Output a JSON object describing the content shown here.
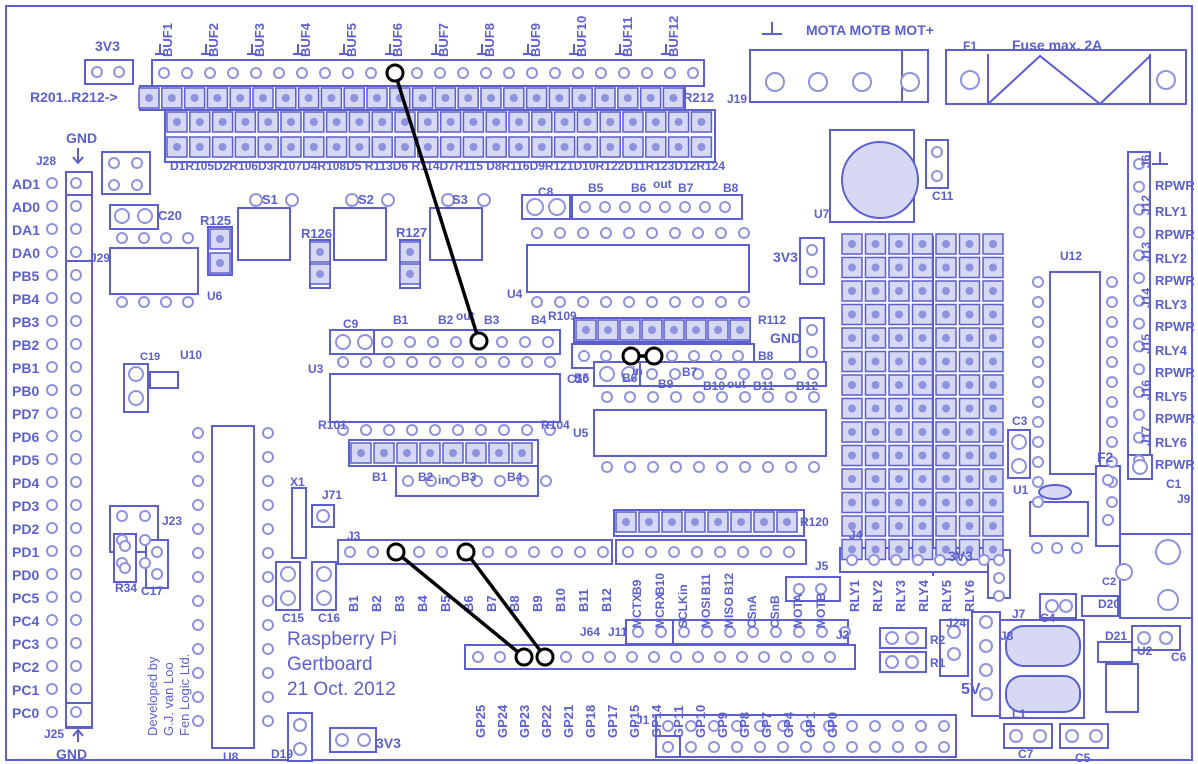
{
  "board": {
    "title_lines": [
      "Raspberry Pi",
      "Gertboard",
      "21 Oct. 2012"
    ],
    "credits": [
      "Developed by",
      "G.J. van Loo",
      "Fen Logic Ltd."
    ],
    "colors": {
      "silk": "#5b5fcf",
      "pad_fill": "#d6d8f4",
      "wire": "#000000",
      "background": "#ffffff"
    }
  },
  "labels": [
    {
      "id": "lbl-3v3-top",
      "text": "3V3"
    },
    {
      "id": "lbl-buf1",
      "text": "BUF1"
    },
    {
      "id": "lbl-buf2",
      "text": "BUF2"
    },
    {
      "id": "lbl-buf3",
      "text": "BUF3"
    },
    {
      "id": "lbl-buf4",
      "text": "BUF4"
    },
    {
      "id": "lbl-buf5",
      "text": "BUF5"
    },
    {
      "id": "lbl-buf6",
      "text": "BUF6"
    },
    {
      "id": "lbl-buf7",
      "text": "BUF7"
    },
    {
      "id": "lbl-buf8",
      "text": "BUF8"
    },
    {
      "id": "lbl-buf9",
      "text": "BUF9"
    },
    {
      "id": "lbl-buf10",
      "text": "BUF10"
    },
    {
      "id": "lbl-buf11",
      "text": "BUF11"
    },
    {
      "id": "lbl-buf12",
      "text": "BUF12"
    },
    {
      "id": "lbl-r201",
      "text": "R201..R212->"
    },
    {
      "id": "lbl-r212",
      "text": "R212"
    },
    {
      "id": "lbl-dled",
      "text": "D1R105D2R106D3R107D4R108D5 R113D6 R114D7R115 D8R116D9R121D10R122D11R123D12R124"
    },
    {
      "id": "lbl-mota",
      "text": "MOTA MOTB MOT+"
    },
    {
      "id": "lbl-j19",
      "text": "J19"
    },
    {
      "id": "lbl-f1",
      "text": "F1"
    },
    {
      "id": "lbl-fuse",
      "text": "Fuse max. 2A"
    },
    {
      "id": "lbl-gnd-top",
      "text": "GND"
    },
    {
      "id": "lbl-j28",
      "text": "J28"
    },
    {
      "id": "lbl-ad1",
      "text": "AD1"
    },
    {
      "id": "lbl-ad0",
      "text": "AD0"
    },
    {
      "id": "lbl-da1",
      "text": "DA1"
    },
    {
      "id": "lbl-da0",
      "text": "DA0"
    },
    {
      "id": "lbl-pb5",
      "text": "PB5"
    },
    {
      "id": "lbl-pb4",
      "text": "PB4"
    },
    {
      "id": "lbl-pb3",
      "text": "PB3"
    },
    {
      "id": "lbl-pb2",
      "text": "PB2"
    },
    {
      "id": "lbl-pb1",
      "text": "PB1"
    },
    {
      "id": "lbl-pb0",
      "text": "PB0"
    },
    {
      "id": "lbl-pd7",
      "text": "PD7"
    },
    {
      "id": "lbl-pd6",
      "text": "PD6"
    },
    {
      "id": "lbl-pd5",
      "text": "PD5"
    },
    {
      "id": "lbl-pd4",
      "text": "PD4"
    },
    {
      "id": "lbl-pd3",
      "text": "PD3"
    },
    {
      "id": "lbl-pd2",
      "text": "PD2"
    },
    {
      "id": "lbl-pd1",
      "text": "PD1"
    },
    {
      "id": "lbl-pd0",
      "text": "PD0"
    },
    {
      "id": "lbl-pc5",
      "text": "PC5"
    },
    {
      "id": "lbl-pc4",
      "text": "PC4"
    },
    {
      "id": "lbl-pc3",
      "text": "PC3"
    },
    {
      "id": "lbl-pc2",
      "text": "PC2"
    },
    {
      "id": "lbl-pc1",
      "text": "PC1"
    },
    {
      "id": "lbl-pc0",
      "text": "PC0"
    },
    {
      "id": "lbl-j25",
      "text": "J25"
    },
    {
      "id": "lbl-gnd-bot",
      "text": "GND"
    },
    {
      "id": "lbl-j29",
      "text": "J29"
    },
    {
      "id": "lbl-c20",
      "text": "C20"
    },
    {
      "id": "lbl-r125",
      "text": "R125"
    },
    {
      "id": "lbl-s1",
      "text": "S1"
    },
    {
      "id": "lbl-s2",
      "text": "S2"
    },
    {
      "id": "lbl-s3",
      "text": "S3"
    },
    {
      "id": "lbl-r126",
      "text": "R126"
    },
    {
      "id": "lbl-r127",
      "text": "R127"
    },
    {
      "id": "lbl-u6",
      "text": "U6"
    },
    {
      "id": "lbl-c8",
      "text": "C8"
    },
    {
      "id": "lbl-u4-b5",
      "text": "B5"
    },
    {
      "id": "lbl-u4-b6",
      "text": "B6"
    },
    {
      "id": "lbl-u4-out",
      "text": "out"
    },
    {
      "id": "lbl-u4-b7",
      "text": "B7"
    },
    {
      "id": "lbl-u4-b8",
      "text": "B8"
    },
    {
      "id": "lbl-u4",
      "text": "U4"
    },
    {
      "id": "lbl-u7",
      "text": "U7"
    },
    {
      "id": "lbl-c11",
      "text": "C11"
    },
    {
      "id": "lbl-3v3-mid",
      "text": "3V3"
    },
    {
      "id": "lbl-c9",
      "text": "C9"
    },
    {
      "id": "lbl-u3-b1",
      "text": "B1"
    },
    {
      "id": "lbl-u3-b2",
      "text": "B2"
    },
    {
      "id": "lbl-u3-out",
      "text": "out"
    },
    {
      "id": "lbl-u3-b3",
      "text": "B3"
    },
    {
      "id": "lbl-u3-b4",
      "text": "B4"
    },
    {
      "id": "lbl-r109",
      "text": "R109"
    },
    {
      "id": "lbl-r112",
      "text": "R112"
    },
    {
      "id": "lbl-gnd-mid",
      "text": "GND"
    },
    {
      "id": "lbl-in-b5",
      "text": "B5"
    },
    {
      "id": "lbl-in-b6",
      "text": "B6"
    },
    {
      "id": "lbl-in-in",
      "text": "in"
    },
    {
      "id": "lbl-in-b7",
      "text": "B7"
    },
    {
      "id": "lbl-in-b8",
      "text": "B8"
    },
    {
      "id": "lbl-c19",
      "text": "C19"
    },
    {
      "id": "lbl-u10",
      "text": "U10"
    },
    {
      "id": "lbl-u3",
      "text": "U3"
    },
    {
      "id": "lbl-c10",
      "text": "C10"
    },
    {
      "id": "lbl-u5-b9",
      "text": "B9"
    },
    {
      "id": "lbl-u5-b10",
      "text": "B10"
    },
    {
      "id": "lbl-u5-out",
      "text": "out"
    },
    {
      "id": "lbl-u5-b11",
      "text": "B11"
    },
    {
      "id": "lbl-u5-b12",
      "text": "B12"
    },
    {
      "id": "lbl-u5",
      "text": "U5"
    },
    {
      "id": "lbl-r101",
      "text": "R101"
    },
    {
      "id": "lbl-r104",
      "text": "R104"
    },
    {
      "id": "lbl-in2-b1",
      "text": "B1"
    },
    {
      "id": "lbl-in2-b2",
      "text": "B2"
    },
    {
      "id": "lbl-in2-in",
      "text": "in"
    },
    {
      "id": "lbl-in2-b3",
      "text": "B3"
    },
    {
      "id": "lbl-in2-b4",
      "text": "B4"
    },
    {
      "id": "lbl-u12",
      "text": "U12"
    },
    {
      "id": "lbl-j6",
      "text": "J6"
    },
    {
      "id": "lbl-j12",
      "text": "J12"
    },
    {
      "id": "lbl-j13",
      "text": "J13"
    },
    {
      "id": "lbl-j14",
      "text": "J14"
    },
    {
      "id": "lbl-j15",
      "text": "J15"
    },
    {
      "id": "lbl-j16",
      "text": "J16"
    },
    {
      "id": "lbl-j17",
      "text": "J17"
    },
    {
      "id": "lbl-rpwr1",
      "text": "RPWR"
    },
    {
      "id": "lbl-rly1",
      "text": "RLY1"
    },
    {
      "id": "lbl-rpwr2",
      "text": "RPWR"
    },
    {
      "id": "lbl-rly2",
      "text": "RLY2"
    },
    {
      "id": "lbl-rpwr3",
      "text": "RPWR"
    },
    {
      "id": "lbl-rly3",
      "text": "RLY3"
    },
    {
      "id": "lbl-rpwr4",
      "text": "RPWR"
    },
    {
      "id": "lbl-rly4",
      "text": "RLY4"
    },
    {
      "id": "lbl-rpwr5",
      "text": "RPWR"
    },
    {
      "id": "lbl-rly5",
      "text": "RLY5"
    },
    {
      "id": "lbl-rpwr6",
      "text": "RPWR"
    },
    {
      "id": "lbl-rly6",
      "text": "RLY6"
    },
    {
      "id": "lbl-rpwr7",
      "text": "RPWR"
    },
    {
      "id": "lbl-c3",
      "text": "C3"
    },
    {
      "id": "lbl-f2",
      "text": "F2"
    },
    {
      "id": "lbl-c1",
      "text": "C1"
    },
    {
      "id": "lbl-u1",
      "text": "U1"
    },
    {
      "id": "lbl-j9",
      "text": "J9"
    },
    {
      "id": "lbl-x1",
      "text": "X1"
    },
    {
      "id": "lbl-j71",
      "text": "J71"
    },
    {
      "id": "lbl-j3",
      "text": "J3"
    },
    {
      "id": "lbl-j23",
      "text": "J23"
    },
    {
      "id": "lbl-r34",
      "text": "R34"
    },
    {
      "id": "lbl-c17",
      "text": "C17"
    },
    {
      "id": "lbl-c15",
      "text": "C15"
    },
    {
      "id": "lbl-c16",
      "text": "C16"
    },
    {
      "id": "lbl-r120",
      "text": "R120"
    },
    {
      "id": "lbl-j4",
      "text": "J4"
    },
    {
      "id": "lbl-3v3-j4",
      "text": "3V3"
    },
    {
      "id": "lbl-j5",
      "text": "J5"
    },
    {
      "id": "lbl-j7",
      "text": "J7"
    },
    {
      "id": "lbl-c2",
      "text": "C2"
    },
    {
      "id": "lbl-c4",
      "text": "C4"
    },
    {
      "id": "lbl-d20",
      "text": "D20"
    },
    {
      "id": "lbl-j8",
      "text": "J8"
    },
    {
      "id": "lbl-j24",
      "text": "J24"
    },
    {
      "id": "lbl-r2",
      "text": "R2"
    },
    {
      "id": "lbl-r1",
      "text": "R1"
    },
    {
      "id": "lbl-d21",
      "text": "D21"
    },
    {
      "id": "lbl-u2",
      "text": "U2"
    },
    {
      "id": "lbl-c6",
      "text": "C6"
    },
    {
      "id": "lbl-5v",
      "text": "5V"
    },
    {
      "id": "lbl-l1",
      "text": "L1"
    },
    {
      "id": "lbl-c7",
      "text": "C7"
    },
    {
      "id": "lbl-c5",
      "text": "C5"
    },
    {
      "id": "lbl-j64",
      "text": "J64"
    },
    {
      "id": "lbl-j11",
      "text": "J11"
    },
    {
      "id": "lbl-j2",
      "text": "J2"
    },
    {
      "id": "lbl-j1",
      "text": "J1"
    },
    {
      "id": "lbl-u8",
      "text": "U8"
    },
    {
      "id": "lbl-d19",
      "text": "D19"
    },
    {
      "id": "lbl-3v3-bot",
      "text": "3V3"
    }
  ],
  "vertical_labels": {
    "j3": [
      "B1",
      "B2",
      "B3",
      "B4",
      "B5",
      "B6",
      "B7",
      "B8",
      "B9",
      "B10",
      "B11",
      "B12"
    ],
    "j5_side": [
      "B9",
      "B10",
      "in",
      "B11",
      "B12"
    ],
    "spi": [
      "MCTX",
      "MCRX",
      "SCLK",
      "MOSI",
      "MISO",
      "CSnA",
      "CSnB",
      "MOTA",
      "MOTB"
    ],
    "gp": [
      "GP25",
      "GP24",
      "GP23",
      "GP22",
      "GP21",
      "GP18",
      "GP17",
      "GP15",
      "GP14",
      "GP11",
      "GP10",
      "GP9",
      "GP8",
      "GP7",
      "GP4",
      "GP1",
      "GP0"
    ],
    "rly": [
      "RLY1",
      "RLY2",
      "RLY3",
      "RLY4",
      "RLY5",
      "RLY6"
    ]
  }
}
